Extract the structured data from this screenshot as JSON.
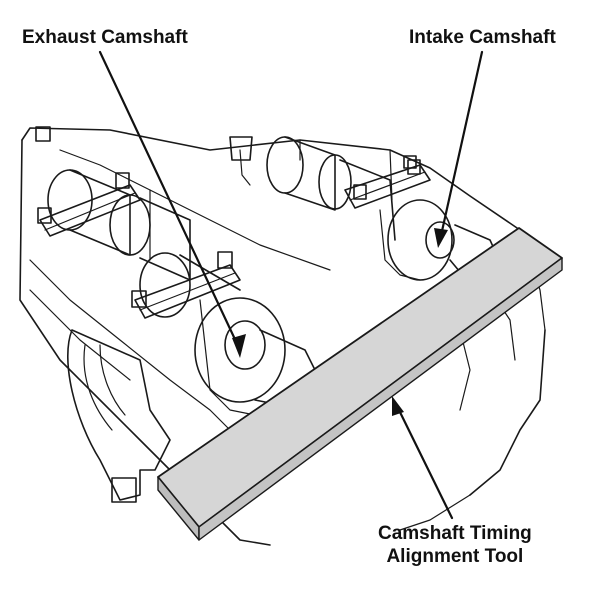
{
  "labels": {
    "exhaust_camshaft": "Exhaust Camshaft",
    "intake_camshaft": "Intake Camshaft",
    "tool_line1": "Camshaft Timing",
    "tool_line2": "Alignment Tool"
  },
  "colors": {
    "line": "#1a1a1a",
    "tool_fill": "#d6d6d6",
    "background": "#ffffff"
  }
}
